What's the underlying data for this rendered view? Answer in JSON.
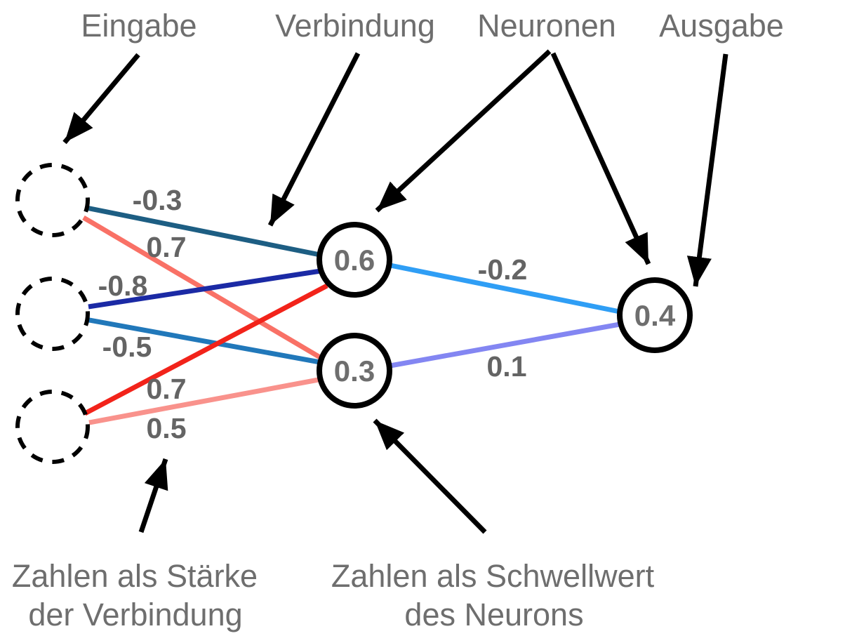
{
  "diagram": {
    "annotations": {
      "eingabe": "Eingabe",
      "verbindung": "Verbindung",
      "neuronen": "Neuronen",
      "ausgabe": "Ausgabe",
      "weights_caption": {
        "line1": "Zahlen als Stärke",
        "line2": "der Verbindung"
      },
      "threshold_caption": {
        "line1": "Zahlen als Schwellwert",
        "line2": "des Neurons"
      }
    },
    "network": {
      "input_nodes": 3,
      "hidden_neurons": [
        {
          "value": "0.6"
        },
        {
          "value": "0.3"
        }
      ],
      "output_neuron": {
        "value": "0.4"
      },
      "weights_input_to_hidden": [
        {
          "label": "-0.3",
          "color": "#1d5e83",
          "from": "input-1",
          "to": "hidden-1"
        },
        {
          "label": "0.7",
          "color": "#f97166",
          "from": "input-1",
          "to": "hidden-2"
        },
        {
          "label": "-0.8",
          "color": "#1b2aa5",
          "from": "input-2",
          "to": "hidden-1"
        },
        {
          "label": "-0.5",
          "color": "#2178ba",
          "from": "input-2",
          "to": "hidden-2"
        },
        {
          "label": "0.7",
          "color": "#f2231a",
          "from": "input-3",
          "to": "hidden-1"
        },
        {
          "label": "0.5",
          "color": "#f9928c",
          "from": "input-3",
          "to": "hidden-2"
        }
      ],
      "weights_hidden_to_output": [
        {
          "label": "-0.2",
          "color": "#2f9ef5",
          "from": "hidden-1",
          "to": "output"
        },
        {
          "label": "0.1",
          "color": "#8386f2",
          "from": "hidden-2",
          "to": "output"
        }
      ]
    },
    "colors": {
      "annotation_text": "#6e6e6e",
      "weight_text": "#646464",
      "arrow": "#000000",
      "node_stroke": "#000000",
      "background": "#ffffff"
    }
  }
}
